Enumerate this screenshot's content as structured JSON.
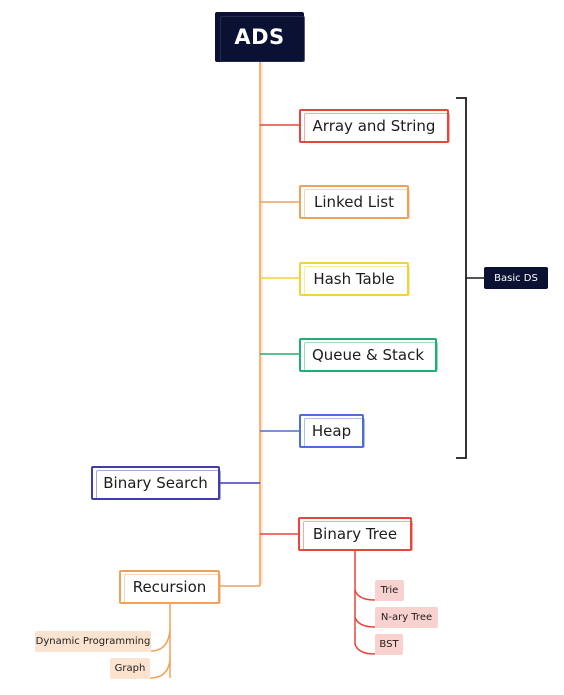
{
  "diagram": {
    "root": "ADS",
    "group_label": "Basic DS",
    "nodes": {
      "array_and_string": "Array and String",
      "linked_list": "Linked List",
      "hash_table": "Hash Table",
      "queue_and_stack": "Queue & Stack",
      "heap": "Heap",
      "binary_search": "Binary Search",
      "binary_tree": "Binary Tree",
      "recursion": "Recursion"
    },
    "binary_tree_children": [
      "Trie",
      "N-ary Tree",
      "BST"
    ],
    "recursion_children": [
      "Dynamic Programming",
      "Graph"
    ]
  },
  "colors": {
    "root_fill": "#0b1133",
    "red": "#e8453c",
    "orange": "#f0a15a",
    "yellow": "#f2d33a",
    "green": "#1fae74",
    "blue": "#4a6fd6",
    "indigo": "#3f3db0",
    "red_tag_fill": "#f9d1cf",
    "orange_tag_fill": "#fbe3cf"
  }
}
